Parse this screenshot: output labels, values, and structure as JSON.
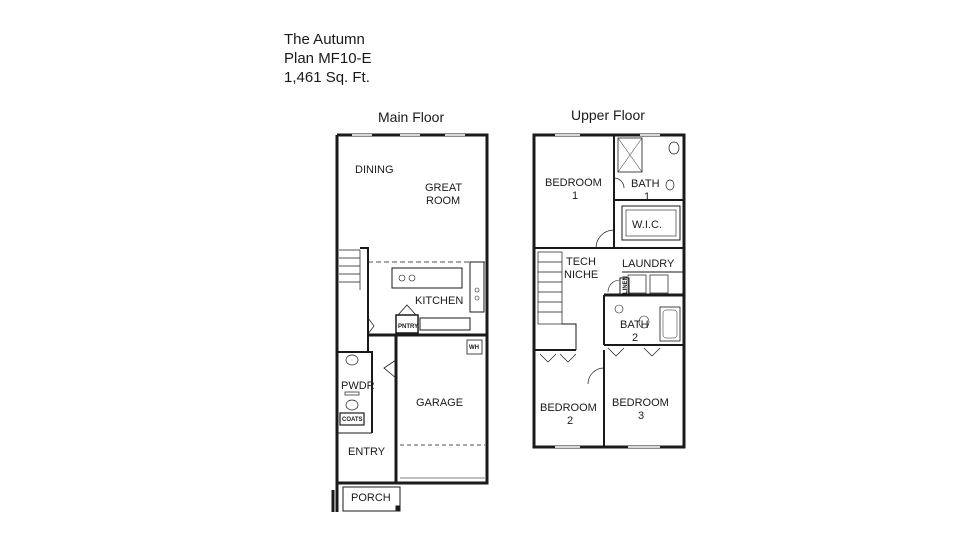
{
  "plan": {
    "name": "The Autumn",
    "code": "Plan MF10-E",
    "area": "1,461 Sq. Ft."
  },
  "main_floor": {
    "title": "Main Floor",
    "rooms": {
      "dining": "DINING",
      "great_room_1": "GREAT",
      "great_room_2": "ROOM",
      "kitchen": "KITCHEN",
      "pantry": "PNTRY",
      "wh": "WH",
      "powder": "PWDR",
      "coats": "COATS",
      "garage": "GARAGE",
      "entry": "ENTRY",
      "porch": "PORCH"
    }
  },
  "upper_floor": {
    "title": "Upper Floor",
    "rooms": {
      "bedroom1_1": "BEDROOM",
      "bedroom1_2": "1",
      "bath1_1": "BATH",
      "bath1_2": "1",
      "wic": "W.I.C.",
      "tech_1": "TECH",
      "tech_2": "NICHE",
      "laundry": "LAUNDRY",
      "linen": "LINEN",
      "bath2_1": "BATH",
      "bath2_2": "2",
      "bedroom2_1": "BEDROOM",
      "bedroom2_2": "2",
      "bedroom3_1": "BEDROOM",
      "bedroom3_2": "3"
    }
  }
}
